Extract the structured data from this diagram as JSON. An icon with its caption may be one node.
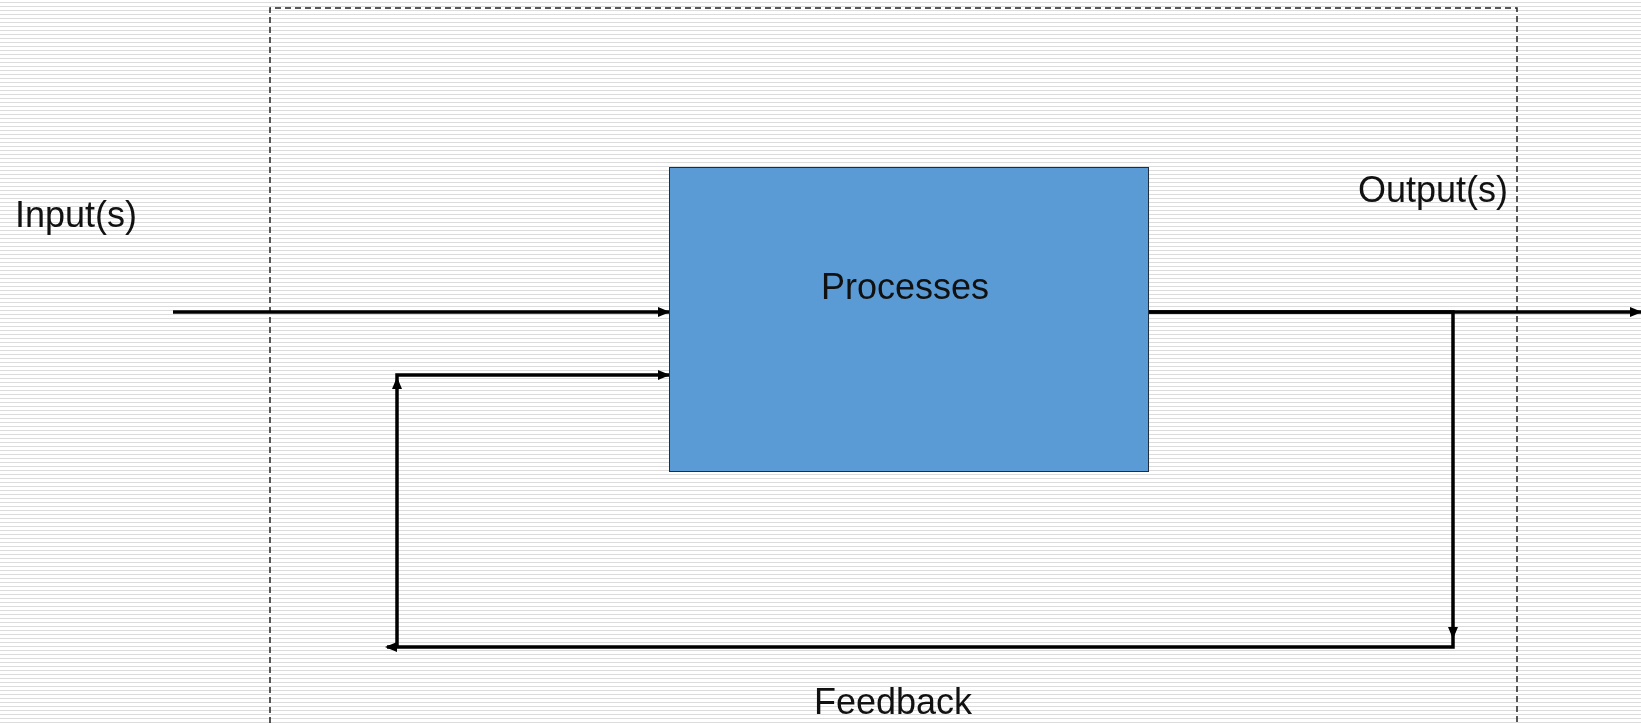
{
  "diagram": {
    "nodes": [
      {
        "text": [
          "Input(s)"
        ]
      },
      {
        "text": [
          "Processes"
        ]
      }
    ],
    "edges": [
      {
        "from": 0,
        "to": 1,
        "arrow": "to"
      },
      {
        "from": 1,
        "to": null,
        "arrow": "to"
      },
      {
        "from": 1,
        "to": 1,
        "arrow": "to",
        "label": "Feedback"
      }
    ],
    "labels": [
      "Output(s)"
    ]
  }
}
